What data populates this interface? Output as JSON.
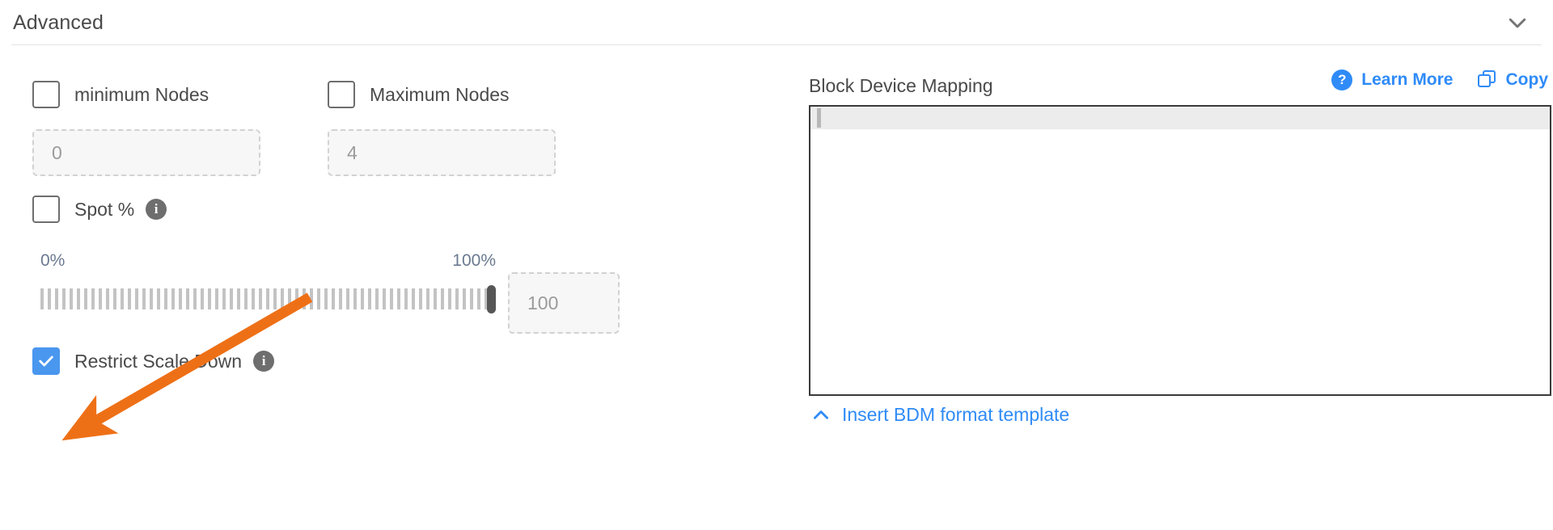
{
  "header": {
    "title": "Advanced",
    "collapse_icon": "chevron-down-icon"
  },
  "advanced": {
    "min_nodes": {
      "label": "minimum Nodes",
      "checked": false,
      "input_placeholder": "0"
    },
    "max_nodes": {
      "label": "Maximum Nodes",
      "checked": false,
      "input_placeholder": "4"
    },
    "spot_pct": {
      "label": "Spot %",
      "checked": false,
      "info_icon": "info-icon"
    },
    "slider": {
      "min_label": "0%",
      "max_label": "100%",
      "value": 100,
      "value_input_placeholder": "100"
    },
    "restrict_scale_down": {
      "label": "Restrict Scale Down",
      "checked": true,
      "info_icon": "info-icon",
      "check_glyph": "check-icon"
    }
  },
  "block_device_mapping": {
    "title": "Block Device Mapping",
    "learn_more": {
      "label": "Learn More",
      "icon": "question-circle-icon"
    },
    "copy": {
      "label": "Copy",
      "icon": "copy-icon"
    },
    "editor_value": "",
    "footer": {
      "label": "Insert BDM format template",
      "icon": "chevron-up-icon"
    }
  },
  "colors": {
    "accent_blue": "#2f8bf7",
    "checkbox_blue": "#4a97ef",
    "annotation_orange": "#ee7016",
    "text_gray": "#4a4a4a",
    "placeholder_gray": "#9b9b9b"
  },
  "annotation": {
    "type": "arrow",
    "points_to": "restrict-scale-down-checkbox"
  }
}
